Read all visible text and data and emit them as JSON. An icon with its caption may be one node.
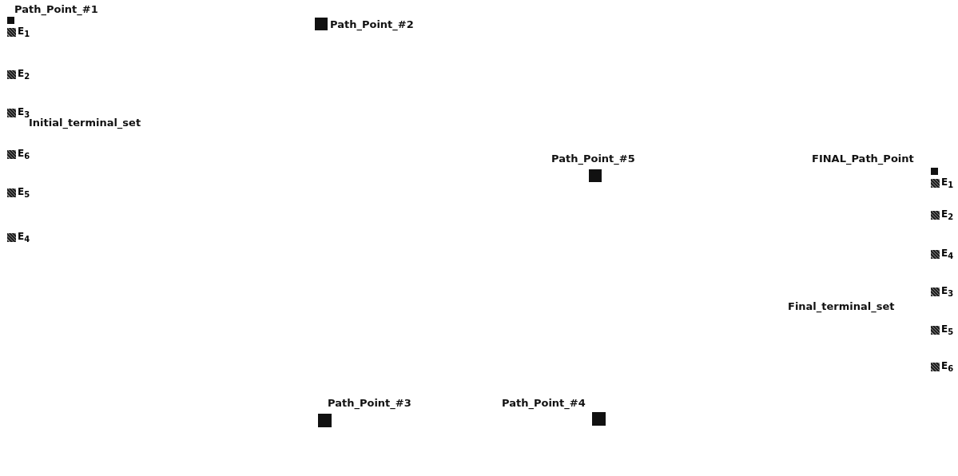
{
  "diagram": {
    "nodes": [
      {
        "text": [],
        "shape": "box",
        "beside": [
          "Path_Point_#1"
        ]
      },
      {
        "text": [
          "E$_{1}$"
        ]
      },
      {
        "text": [
          "E$_{2}$"
        ]
      },
      {
        "text": [
          "E$_{3}$"
        ]
      },
      {
        "text": [
          "E$_{6}$"
        ]
      },
      {
        "text": [
          "E$_{5}$"
        ]
      },
      {
        "text": [
          "E$_{4}$"
        ]
      },
      {
        "text": [],
        "shape": "box",
        "beside": [
          "Path_Point_#2"
        ]
      },
      {
        "text": [],
        "shape": "box",
        "beside": [
          "Path_Point_#5"
        ]
      },
      {
        "text": [],
        "shape": "box",
        "beside": [
          "FINAL_Path_Point"
        ]
      },
      {
        "text": [
          "E$_{1}$"
        ]
      },
      {
        "text": [
          "E$_{2}$"
        ]
      },
      {
        "text": [
          "E$_{4}$"
        ]
      },
      {
        "text": [
          "E$_{3}$"
        ]
      },
      {
        "text": [
          "E$_{5}$"
        ]
      },
      {
        "text": [
          "E$_{6}$"
        ]
      },
      {
        "text": [],
        "shape": "box",
        "beside": [
          "Path_Point_#3"
        ]
      },
      {
        "text": [],
        "shape": "box",
        "beside": [
          "Path_Point_#4"
        ]
      }
    ],
    "edges": [],
    "labels": [
      "Initial_terminal_set",
      "Final_terminal_set"
    ]
  }
}
